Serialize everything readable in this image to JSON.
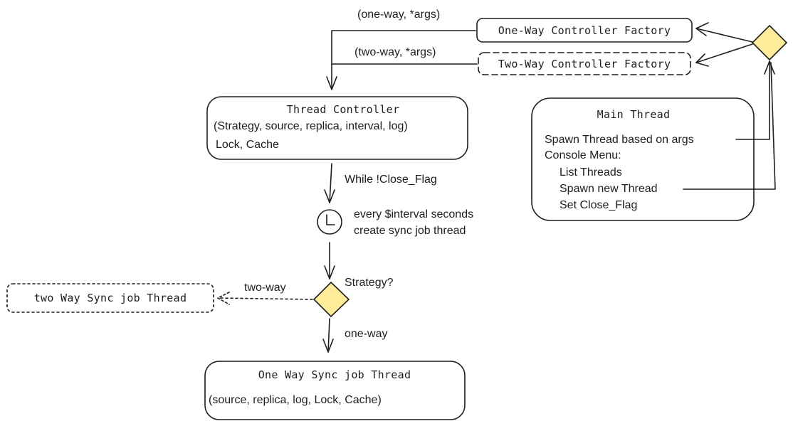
{
  "nodes": {
    "one_way_factory": "One-Way Controller Factory",
    "two_way_factory": "Two-Way Controller Factory",
    "thread_controller": {
      "title": "Thread Controller",
      "params": "(Strategy, source, replica, interval, log)",
      "members": "Lock, Cache"
    },
    "main_thread": {
      "title": "Main Thread",
      "lines": [
        "Spawn Thread based on args",
        "Console Menu:",
        "List Threads",
        "Spawn new Thread",
        "Set Close_Flag"
      ]
    },
    "timer": {
      "line1": "every $interval seconds",
      "line2": "create sync job thread"
    },
    "strategy": "Strategy?",
    "two_way_job": "two Way Sync job Thread",
    "one_way_job": {
      "title": "One Way Sync job Thread",
      "params": "(source, replica, log, Lock, Cache)"
    }
  },
  "edges": {
    "one_way_args": "(one-way, *args)",
    "two_way_args": "(two-way, *args)",
    "while_label": "While !Close_Flag",
    "two_way_branch": "two-way",
    "one_way_branch": "one-way"
  },
  "colors": {
    "stroke": "#1e1e1e",
    "decision_fill": "#ffec99",
    "background": "#ffffff"
  }
}
